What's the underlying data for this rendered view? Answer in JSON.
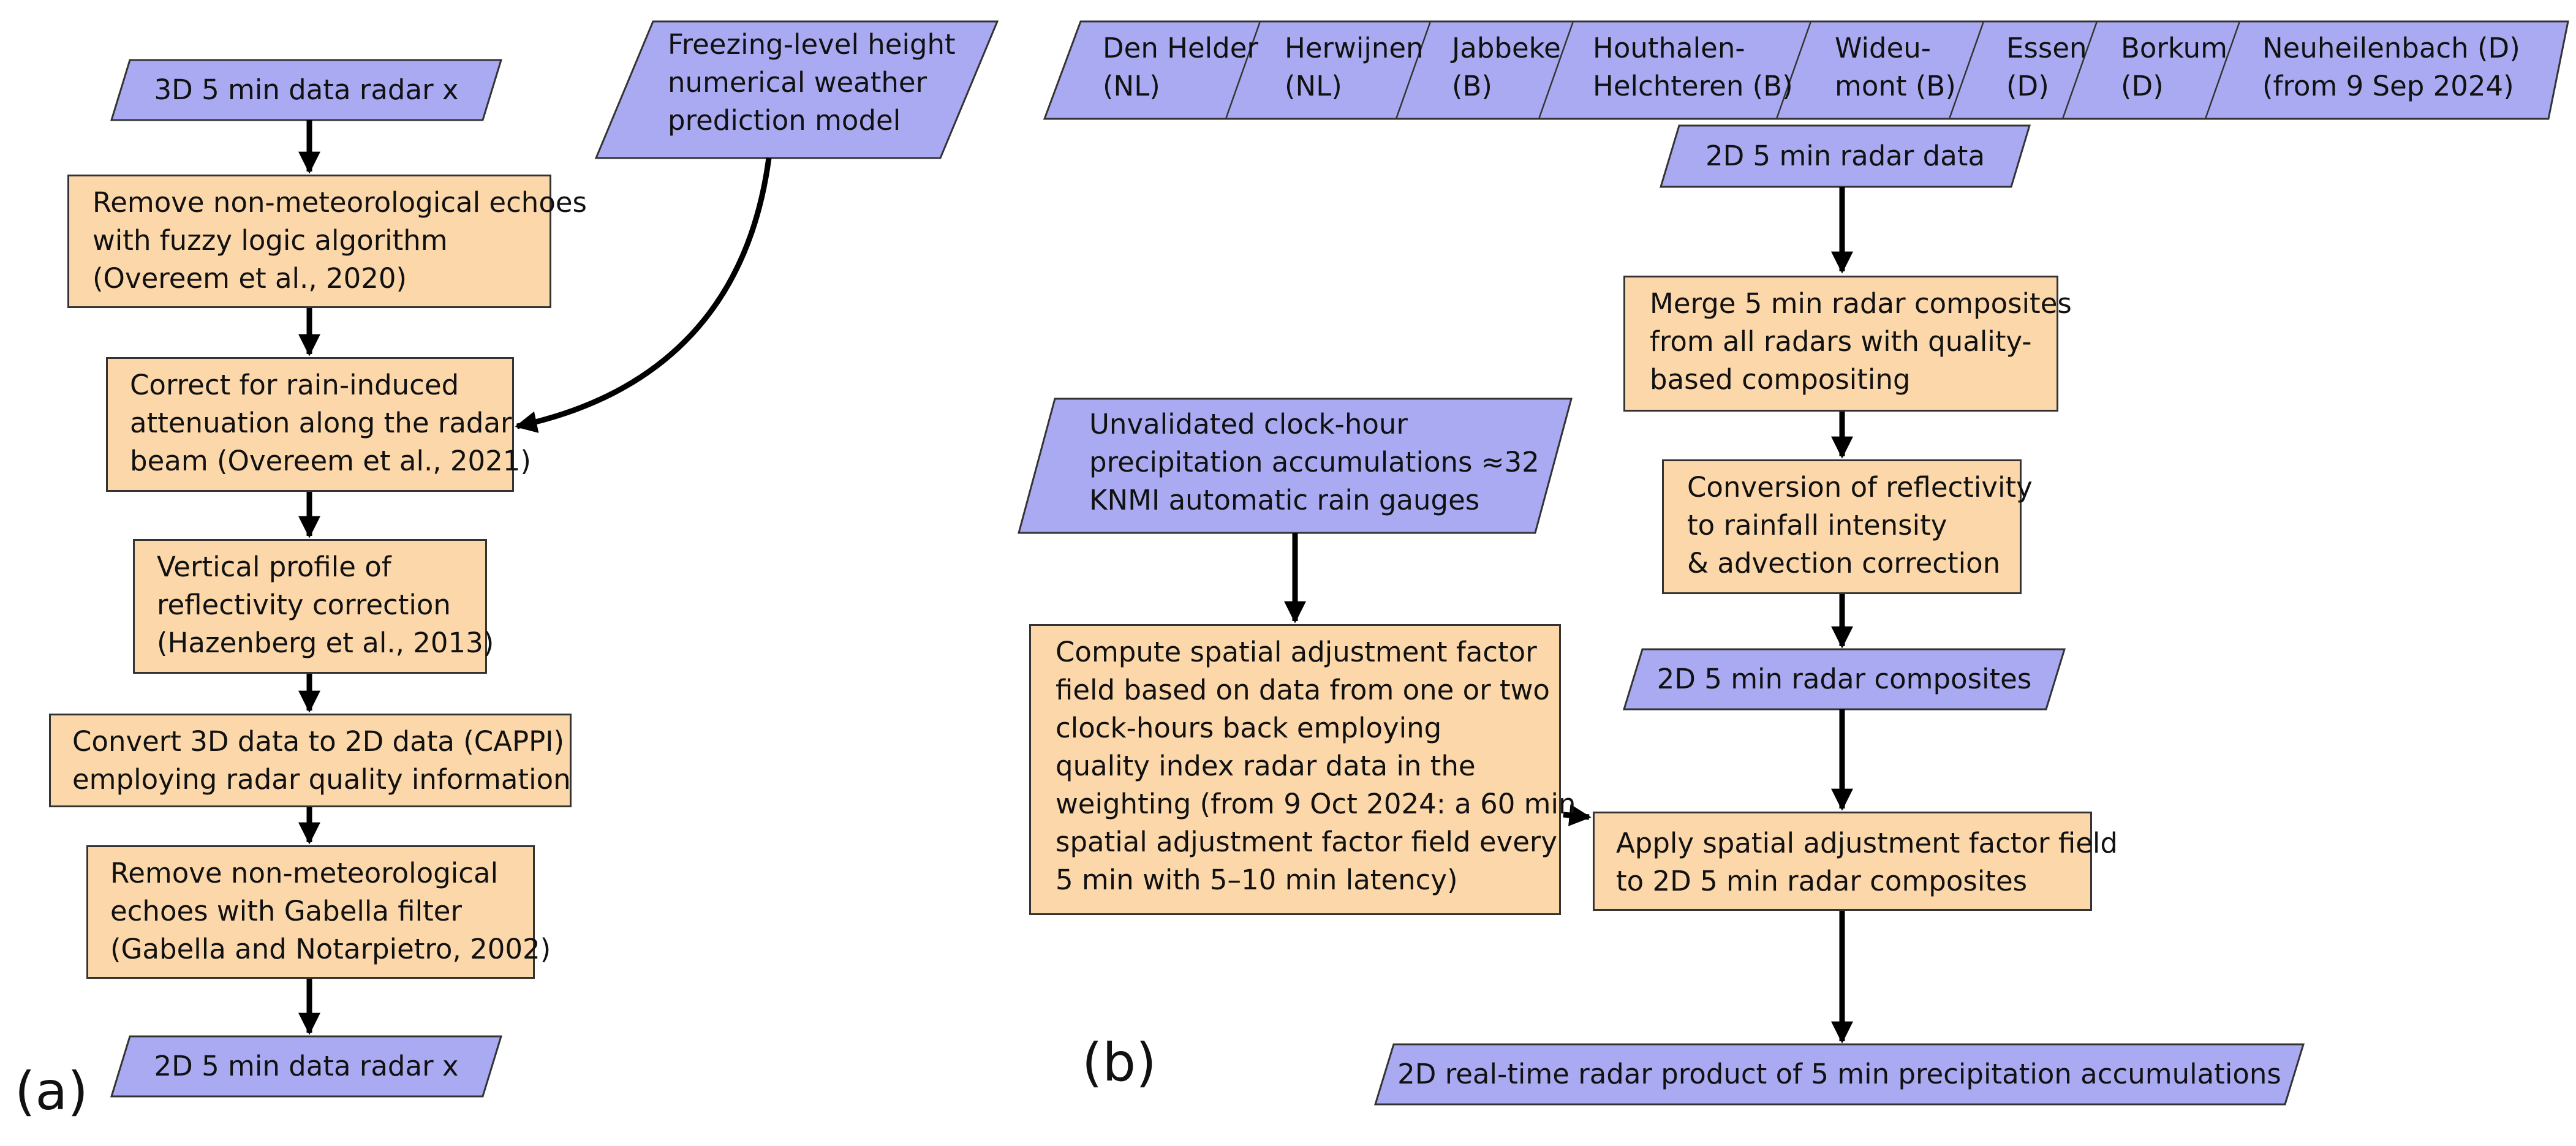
{
  "colors": {
    "process": "#fbd7aa",
    "io": "#aaaaf2",
    "stroke": "#333333",
    "arrow": "#000000"
  },
  "panel_a": {
    "label": "(a)",
    "input": "3D 5 min data radar x",
    "model": "Freezing-level height\nnumerical weather\nprediction model",
    "step1": "Remove non-meteorological echoes\nwith fuzzy logic algorithm\n(Overeem et al., 2020)",
    "step2": "Correct for rain-induced\nattenuation along the radar\nbeam (Overeem et al., 2021)",
    "step3": "Vertical profile of\nreflectivity correction\n(Hazenberg et al., 2013)",
    "step4": "Convert 3D data to 2D data (CAPPI)\nemploying radar quality information",
    "step5": "Remove non-meteorological\nechoes with Gabella filter\n(Gabella and Notarpietro, 2002)",
    "output": "2D 5 min data radar x"
  },
  "panel_b": {
    "label": "(b)",
    "radars": [
      "Den Helder\n(NL)",
      "Herwijnen\n(NL)",
      "Jabbeke\n(B)",
      "Houthalen-\nHelchteren (B)",
      "Wideu-\nmont (B)",
      "Essen\n(D)",
      "Borkum\n(D)",
      "Neuheilenbach (D)\n(from 9 Sep 2024)"
    ],
    "radar_data": "2D 5 min radar data",
    "merge": "Merge 5 min radar composites\nfrom all radars with quality-\nbased compositing",
    "conversion": "Conversion of reflectivity\nto rainfall intensity\n& advection correction",
    "composites": "2D 5 min radar composites",
    "gauges": "Unvalidated clock-hour\nprecipitation accumulations ≈32\nKNMI automatic rain gauges",
    "compute": "Compute spatial adjustment factor\nfield based on data from one or two\nclock-hours back employing\nquality index radar data in the\nweighting (from 9 Oct 2024: a 60 min\nspatial adjustment factor field every\n5 min with 5–10 min latency)",
    "apply": "Apply spatial adjustment factor field\nto 2D 5 min radar composites",
    "product": "2D real-time radar product of 5 min precipitation accumulations"
  }
}
